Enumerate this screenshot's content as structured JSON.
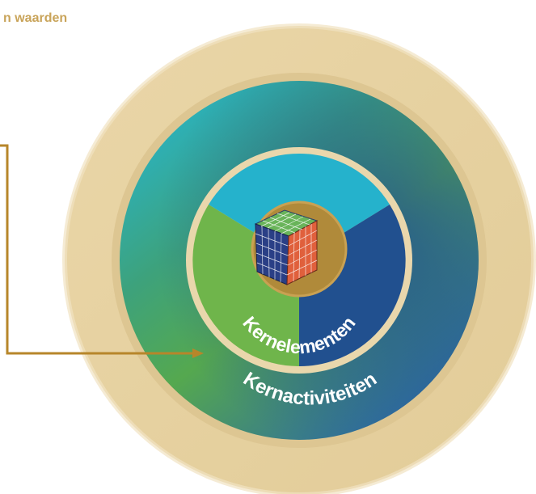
{
  "header": {
    "text": "n waarden"
  },
  "labels": {
    "inner": "Kernelementen",
    "middle": "Kernactiviteiten"
  },
  "colors": {
    "outer_ring": "#e7d3a4",
    "outer_ring_edge": "#ead9b0",
    "separator": "#ddc692",
    "teal": "#1fb0c8",
    "green": "#5fae4e",
    "deep_blue": "#1f4f95",
    "gold_circle": "#b08a3a",
    "connector": "#b7862a",
    "header": "#c9a45a",
    "cube_red": "#e0603c",
    "cube_blue": "#2a3f86",
    "cube_green": "#69b45a"
  },
  "icons": {
    "center": "rubiks-cube-icon",
    "connector_end": "arrowhead-icon"
  }
}
